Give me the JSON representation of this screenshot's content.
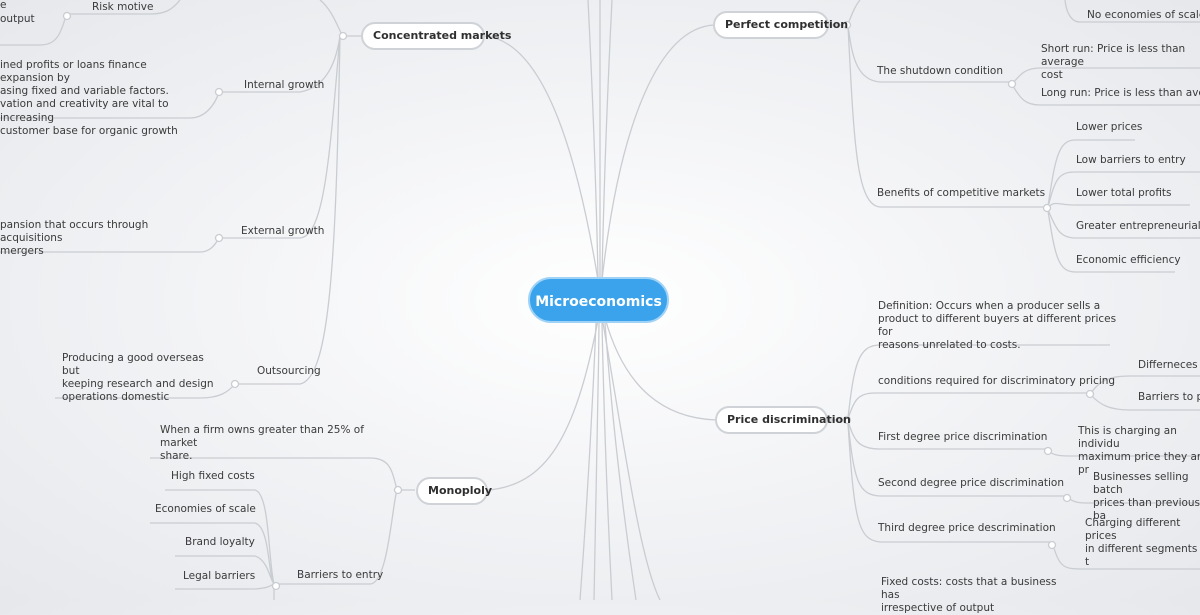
{
  "root": {
    "label": "Microeconomics"
  },
  "branches": {
    "concentrated_markets": {
      "label": "Concentrated markets",
      "risk_motive": "Risk motive",
      "partial_1": "e",
      "partial_2": "output",
      "internal_growth": "Internal growth",
      "internal_growth_desc": "ined profits or loans finance expansion by\nasing fixed and variable factors.\nvation and creativity are vital to increasing\ncustomer base for organic growth",
      "external_growth": "External growth",
      "external_growth_desc": "pansion that occurs through acquisitions\nmergers",
      "outsourcing": "Outsourcing",
      "outsourcing_desc": "Producing a good overseas but\nkeeping research and design\noperations domestic"
    },
    "monopoly": {
      "label": "Monoploly",
      "definition": "When a firm owns greater than 25% of market\nshare.",
      "barriers_to_entry": "Barriers to entry",
      "high_fixed_costs": "High fixed costs",
      "economies_of_scale": "Economies of scale",
      "brand_loyalty": "Brand loyalty",
      "legal_barriers": "Legal barriers"
    },
    "perfect_competition": {
      "label": "Perfect competition",
      "no_economies_of_scale": "No economies of scale",
      "shutdown_condition": "The shutdown condition",
      "short_run": "Short run: Price is less than average\ncost",
      "long_run": "Long run: Price is less than average",
      "benefits": "Benefits of competitive markets",
      "lower_prices": "Lower prices",
      "low_barriers": "Low barriers to entry",
      "lower_total_profits": "Lower total profits",
      "greater_entrepreneurial": "Greater entrepreneurial act",
      "economic_efficiency": "Economic efficiency"
    },
    "price_discrimination": {
      "label": "Price discrimination",
      "definition": "Definition: Occurs when a producer sells a\nproduct to different buyers at different prices for\nreasons unrelated to costs.",
      "conditions": "conditions required for discriminatory pricing",
      "differences": "Differneces in",
      "barriers": "Barriers to pre",
      "first_degree": "First degree price discrimination",
      "first_degree_desc": "This is charging an individu\nmaximum price they are pr",
      "second_degree": "Second degree price discrimination",
      "second_degree_desc": "Businesses selling batch\nprices than previous ba",
      "third_degree": "Third degree price descrimination",
      "third_degree_desc": "Charging different prices\nin different segments of t"
    },
    "costs": {
      "fixed_costs": "Fixed costs: costs that a business has\nirrespective of output"
    }
  },
  "colors": {
    "root": "#3aa3ec",
    "root_border": "#9fd2f7",
    "link": "#c9ccd1",
    "node_border": "#cfd2d6"
  }
}
